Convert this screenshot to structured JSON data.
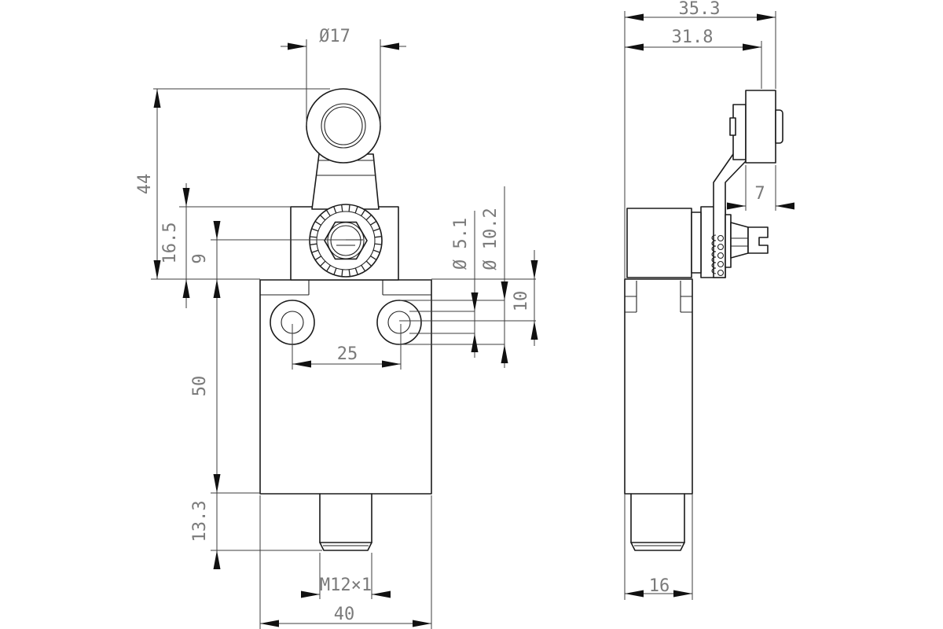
{
  "drawing": {
    "kind": "technical dimension drawing",
    "subject": "roller lever limit switch, front and side views",
    "units": "mm",
    "front": {
      "roller_diameter": "Ø17",
      "lever_length": "44",
      "head_height": "16.5",
      "shaft_offset": "9",
      "body_height": "50",
      "gland_height": "13.3",
      "hole_spacing": "25",
      "hole_diameter": "Ø 5.1",
      "counterbore_diameter": "Ø 10.2",
      "hole_top_offset": "10",
      "thread": "M12×1",
      "body_width": "40"
    },
    "side": {
      "overall_depth": "35.3",
      "roller_plane_depth": "31.8",
      "roller_width": "7",
      "body_depth": "16"
    }
  }
}
